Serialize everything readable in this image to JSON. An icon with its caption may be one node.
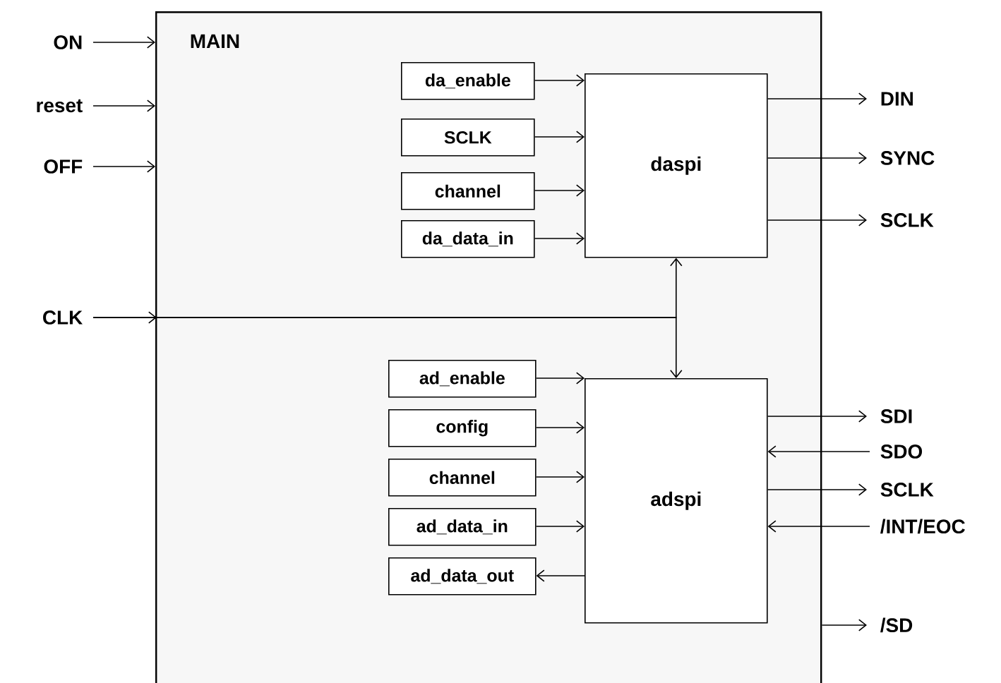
{
  "diagram": {
    "nodes": [
      {
        "text": [
          "ON"
        ]
      },
      {
        "text": [
          "reset"
        ]
      },
      {
        "text": [
          "OFF"
        ]
      },
      {
        "text": [
          "MAIN"
        ]
      },
      {
        "text": [
          "da_enable"
        ],
        "in": 3
      },
      {
        "text": [
          "SCLK"
        ],
        "in": 3
      },
      {
        "text": [
          "channel"
        ],
        "in": 3
      },
      {
        "text": [
          "da_data_in"
        ],
        "in": 3
      },
      {
        "text": [
          "daspi"
        ],
        "in": 3
      },
      {
        "text": [
          "CLK"
        ]
      },
      {
        "text": [
          "ad_enable"
        ],
        "in": 3
      },
      {
        "text": [
          "config"
        ],
        "in": 3
      },
      {
        "text": [
          "channel"
        ],
        "in": 3
      },
      {
        "text": [
          "ad_data_in"
        ],
        "in": 3
      },
      {
        "text": [
          "ad_data_out"
        ],
        "in": 3
      },
      {
        "text": [
          "adspi"
        ],
        "in": 3
      },
      {
        "text": [
          "DIN"
        ]
      },
      {
        "text": [
          "SYNC"
        ]
      },
      {
        "text": [
          "SCLK"
        ]
      },
      {
        "text": [
          "SDI"
        ]
      },
      {
        "text": [
          "SDO"
        ]
      },
      {
        "text": [
          "SCLK"
        ]
      },
      {
        "text": [
          "/INT/EOC"
        ]
      },
      {
        "text": [
          "/SD"
        ]
      }
    ],
    "edges": [
      {
        "from": 0,
        "to": 3,
        "arrow": "to"
      },
      {
        "from": 1,
        "to": 3,
        "arrow": "to"
      },
      {
        "from": 2,
        "to": 3,
        "arrow": "to"
      },
      {
        "from": 9,
        "to": 8,
        "arrow": "to"
      },
      {
        "from": 9,
        "to": 15,
        "arrow": "to"
      },
      {
        "from": 4,
        "to": 8,
        "arrow": "to"
      },
      {
        "from": 5,
        "to": 8,
        "arrow": "to"
      },
      {
        "from": 6,
        "to": 8,
        "arrow": "to"
      },
      {
        "from": 7,
        "to": 8,
        "arrow": "to"
      },
      {
        "from": 10,
        "to": 15,
        "arrow": "to"
      },
      {
        "from": 11,
        "to": 15,
        "arrow": "to"
      },
      {
        "from": 12,
        "to": 15,
        "arrow": "to"
      },
      {
        "from": 13,
        "to": 15,
        "arrow": "to"
      },
      {
        "from": 15,
        "to": 14,
        "arrow": "to"
      },
      {
        "from": 8,
        "to": 16,
        "arrow": "to"
      },
      {
        "from": 8,
        "to": 17,
        "arrow": "to"
      },
      {
        "from": 8,
        "to": 18,
        "arrow": "to"
      },
      {
        "from": 15,
        "to": 19,
        "arrow": "to"
      },
      {
        "from": 20,
        "to": 15,
        "arrow": "to"
      },
      {
        "from": 15,
        "to": 21,
        "arrow": "to"
      },
      {
        "from": 22,
        "to": 15,
        "arrow": "to"
      },
      {
        "from": 3,
        "to": 23,
        "arrow": "to"
      }
    ]
  }
}
